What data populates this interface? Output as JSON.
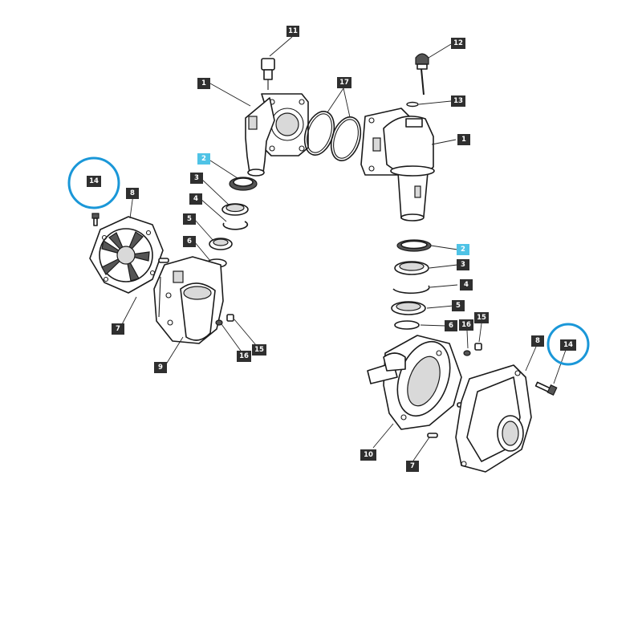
{
  "callouts": {
    "c1a": "1",
    "c1b": "1",
    "c2a": "2",
    "c2b": "2",
    "c3a": "3",
    "c3b": "3",
    "c4a": "4",
    "c4b": "4",
    "c5a": "5",
    "c5b": "5",
    "c6a": "6",
    "c6b": "6",
    "c7a": "7",
    "c7b": "7",
    "c8a": "8",
    "c8b": "8",
    "c9": "9",
    "c10": "10",
    "c11": "11",
    "c12": "12",
    "c13": "13",
    "c14a": "14",
    "c14b": "14",
    "c15a": "15",
    "c15b": "15",
    "c16a": "16",
    "c16b": "16",
    "c17": "17"
  },
  "colors": {
    "callout_box": "#2f2f2f",
    "callout_highlight": "#4fc3e6",
    "highlight_circle": "#1a97d8"
  }
}
